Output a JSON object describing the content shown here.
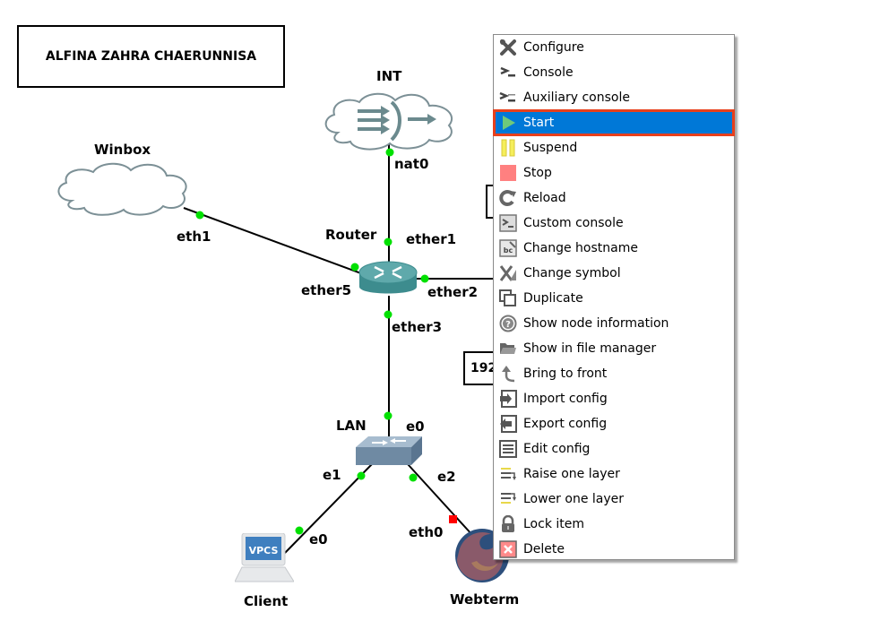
{
  "topology": {
    "title_note": "ALFINA ZAHRA CHAERUNNISA",
    "partial_notes": [
      "",
      "192"
    ],
    "nodes": {
      "int": {
        "name": "INT",
        "icon": "cloud-nat-icon"
      },
      "winbox": {
        "name": "Winbox",
        "icon": "cloud-icon"
      },
      "router": {
        "name": "Router",
        "icon": "router-icon"
      },
      "lan": {
        "name": "LAN",
        "icon": "switch-icon"
      },
      "client": {
        "name": "Client",
        "icon": "vpcs-icon",
        "screen_text": "VPCS"
      },
      "webterm": {
        "name": "Webterm",
        "icon": "firefox-icon"
      }
    },
    "ports": {
      "int_nat0": "nat0",
      "winbox_eth1": "eth1",
      "router_ether1": "ether1",
      "router_ether2": "ether2",
      "router_ether3": "ether3",
      "router_ether5": "ether5",
      "lan_e0": "e0",
      "lan_e1": "e1",
      "lan_e2": "e2",
      "client_e0": "e0",
      "webterm_eth0": "eth0"
    },
    "colors": {
      "link": "#000000",
      "port_up": "#00e000",
      "port_down": "#ff0000"
    }
  },
  "context_menu": {
    "items": [
      {
        "label": "Configure",
        "icon": "wrench-screwdriver-icon"
      },
      {
        "label": "Console",
        "icon": "console-prompt-icon"
      },
      {
        "label": "Auxiliary console",
        "icon": "aux-console-icon"
      },
      {
        "label": "Start",
        "icon": "play-icon",
        "active": true
      },
      {
        "label": "Suspend",
        "icon": "pause-icon"
      },
      {
        "label": "Stop",
        "icon": "stop-icon"
      },
      {
        "label": "Reload",
        "icon": "reload-icon"
      },
      {
        "label": "Custom console",
        "icon": "custom-console-icon"
      },
      {
        "label": "Change hostname",
        "icon": "change-hostname-icon"
      },
      {
        "label": "Change symbol",
        "icon": "change-symbol-icon"
      },
      {
        "label": "Duplicate",
        "icon": "duplicate-icon"
      },
      {
        "label": "Show node information",
        "icon": "question-icon"
      },
      {
        "label": "Show in file manager",
        "icon": "folder-icon"
      },
      {
        "label": "Bring to front",
        "icon": "bring-front-icon"
      },
      {
        "label": "Import config",
        "icon": "import-icon"
      },
      {
        "label": "Export config",
        "icon": "export-icon"
      },
      {
        "label": "Edit config",
        "icon": "edit-config-icon"
      },
      {
        "label": "Raise one layer",
        "icon": "raise-layer-icon"
      },
      {
        "label": "Lower one layer",
        "icon": "lower-layer-icon"
      },
      {
        "label": "Lock item",
        "icon": "lock-icon"
      },
      {
        "label": "Delete",
        "icon": "delete-icon"
      }
    ],
    "colors": {
      "highlight": "#0078d7",
      "highlight_border": "#e8401c"
    }
  }
}
